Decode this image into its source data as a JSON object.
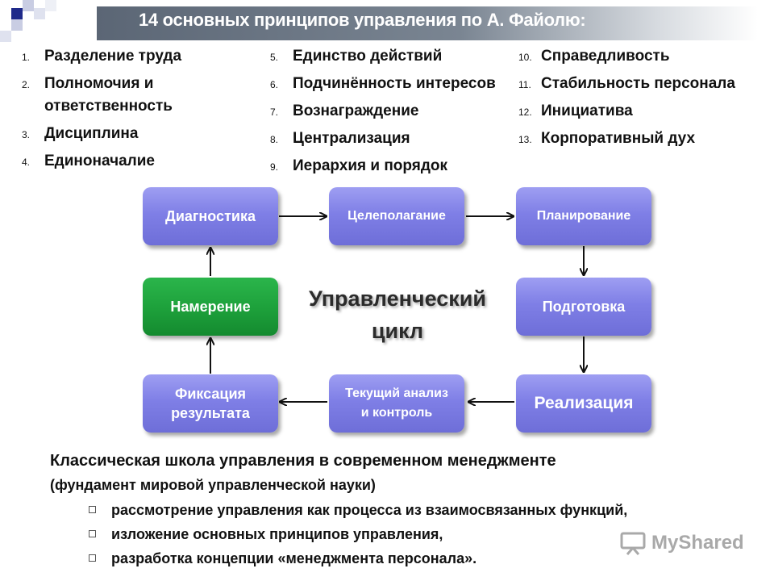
{
  "title": "14 основных принципов управления по А. Файолю:",
  "principles": [
    {
      "num": "1.",
      "text": "Разделение труда"
    },
    {
      "num": "2.",
      "text": "Полномочия и ответственность"
    },
    {
      "num": "3.",
      "text": "Дисциплина"
    },
    {
      "num": "4.",
      "text": "Единоначалие"
    },
    {
      "num": "5.",
      "text": "Единство действий"
    },
    {
      "num": "6.",
      "text": "Подчинённость интересов"
    },
    {
      "num": "7.",
      "text": "Вознаграждение"
    },
    {
      "num": "8.",
      "text": "Централизация"
    },
    {
      "num": "9.",
      "text": "Иерархия и порядок"
    },
    {
      "num": "10.",
      "text": "Справедливость"
    },
    {
      "num": "11.",
      "text": "Стабильность персонала"
    },
    {
      "num": "12.",
      "text": "Инициатива"
    },
    {
      "num": "13.",
      "text": "Корпоративный дух"
    }
  ],
  "cycle": {
    "label": "Управленческий\nцикл",
    "nodes": [
      {
        "label": "Диагностика"
      },
      {
        "label": "Целеполагание"
      },
      {
        "label": "Планирование"
      },
      {
        "label": "Подготовка"
      },
      {
        "label": "Реализация"
      },
      {
        "label": "Текущий анализ\nи контроль"
      },
      {
        "label": "Фиксация\nрезультата"
      },
      {
        "label": "Намерение"
      }
    ],
    "colors": {
      "box": "#7f7fe6",
      "highlight": "#1ea23c"
    }
  },
  "section": {
    "heading": "Классическая школа управления в современном менеджменте",
    "subheading": "(фундамент мировой управленческой науки)",
    "bullets": [
      "рассмотрение управления как процесса из взаимосвязанных функций,",
      "изложение основных принципов управления,",
      "разработка концепции «менеджмента персонала»."
    ]
  },
  "watermark": {
    "text": "MyShared"
  }
}
